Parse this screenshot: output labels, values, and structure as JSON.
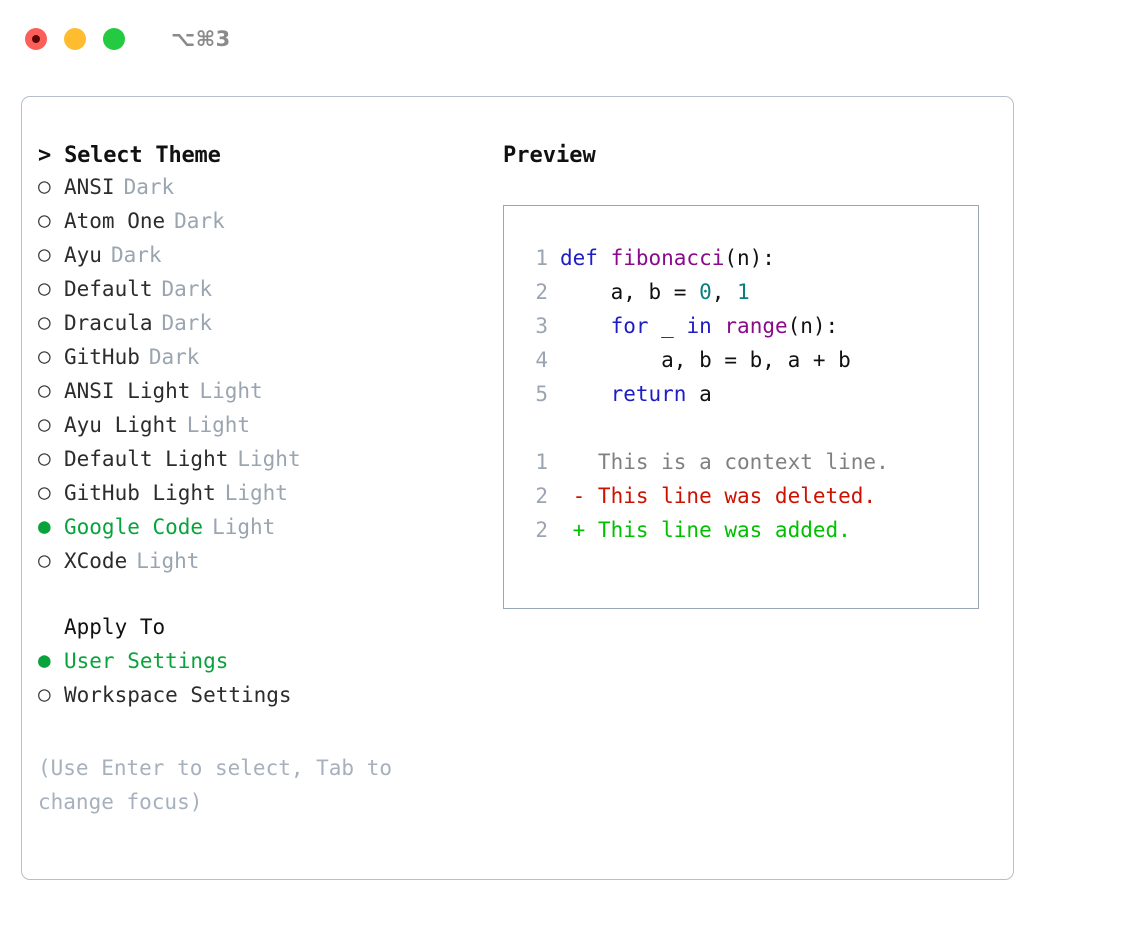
{
  "titlebar": {
    "shortcut": "⌥⌘3",
    "lights": [
      "close",
      "minimize",
      "maximize"
    ]
  },
  "left": {
    "title": "> Select Theme",
    "themes": [
      {
        "marker": "○",
        "name": "ANSI",
        "suffix": "Dark",
        "selected": false
      },
      {
        "marker": "○",
        "name": "Atom One",
        "suffix": "Dark",
        "selected": false
      },
      {
        "marker": "○",
        "name": "Ayu",
        "suffix": "Dark",
        "selected": false
      },
      {
        "marker": "○",
        "name": "Default",
        "suffix": "Dark",
        "selected": false
      },
      {
        "marker": "○",
        "name": "Dracula",
        "suffix": "Dark",
        "selected": false
      },
      {
        "marker": "○",
        "name": "GitHub",
        "suffix": "Dark",
        "selected": false
      },
      {
        "marker": "○",
        "name": "ANSI Light",
        "suffix": "Light",
        "selected": false
      },
      {
        "marker": "○",
        "name": "Ayu Light",
        "suffix": "Light",
        "selected": false
      },
      {
        "marker": "○",
        "name": "Default Light",
        "suffix": "Light",
        "selected": false
      },
      {
        "marker": "○",
        "name": "GitHub Light",
        "suffix": "Light",
        "selected": false
      },
      {
        "marker": "●",
        "name": "Google Code",
        "suffix": "Light",
        "selected": true
      },
      {
        "marker": "○",
        "name": "XCode",
        "suffix": "Light",
        "selected": false
      }
    ],
    "apply_to": {
      "header": "Apply To",
      "options": [
        {
          "marker": "●",
          "name": "User Settings",
          "selected": true
        },
        {
          "marker": "○",
          "name": "Workspace Settings",
          "selected": false
        }
      ]
    },
    "hint": "(Use Enter to select, Tab to change focus)"
  },
  "right": {
    "title": "Preview",
    "code_lines": [
      {
        "no": "1",
        "tokens": [
          {
            "t": "def ",
            "c": "kw"
          },
          {
            "t": "fibonacci",
            "c": "fn"
          },
          {
            "t": "(n):",
            "c": "pl"
          }
        ]
      },
      {
        "no": "2",
        "tokens": [
          {
            "t": "    a, b = ",
            "c": "pl"
          },
          {
            "t": "0",
            "c": "num"
          },
          {
            "t": ", ",
            "c": "pl"
          },
          {
            "t": "1",
            "c": "num"
          }
        ]
      },
      {
        "no": "3",
        "tokens": [
          {
            "t": "    ",
            "c": "pl"
          },
          {
            "t": "for",
            "c": "kw"
          },
          {
            "t": " _ ",
            "c": "pl"
          },
          {
            "t": "in",
            "c": "kw"
          },
          {
            "t": " ",
            "c": "pl"
          },
          {
            "t": "range",
            "c": "fn"
          },
          {
            "t": "(n):",
            "c": "pl"
          }
        ]
      },
      {
        "no": "4",
        "tokens": [
          {
            "t": "        a, b = b, a + b",
            "c": "pl"
          }
        ]
      },
      {
        "no": "5",
        "tokens": [
          {
            "t": "    ",
            "c": "pl"
          },
          {
            "t": "return",
            "c": "kw"
          },
          {
            "t": " a",
            "c": "pl"
          }
        ]
      }
    ],
    "diff_lines": [
      {
        "no": "1",
        "tokens": [
          {
            "t": "   This is a context line.",
            "c": "ctx"
          }
        ]
      },
      {
        "no": "2",
        "tokens": [
          {
            "t": " - This line was deleted.",
            "c": "del"
          }
        ]
      },
      {
        "no": "2",
        "tokens": [
          {
            "t": " + This line was added.",
            "c": "add"
          }
        ]
      }
    ]
  },
  "colors": {
    "accent_green": "#09a33c",
    "muted": "#9aa5b1",
    "hint": "#a7b0bd",
    "keyword": "#1d1dc4",
    "function": "#8b0a8b",
    "number": "#0a7d7d",
    "context": "#808080",
    "deleted": "#cc1100",
    "added": "#00c000",
    "border": "#9aa7b5",
    "card_border": "#b6bfcb"
  }
}
